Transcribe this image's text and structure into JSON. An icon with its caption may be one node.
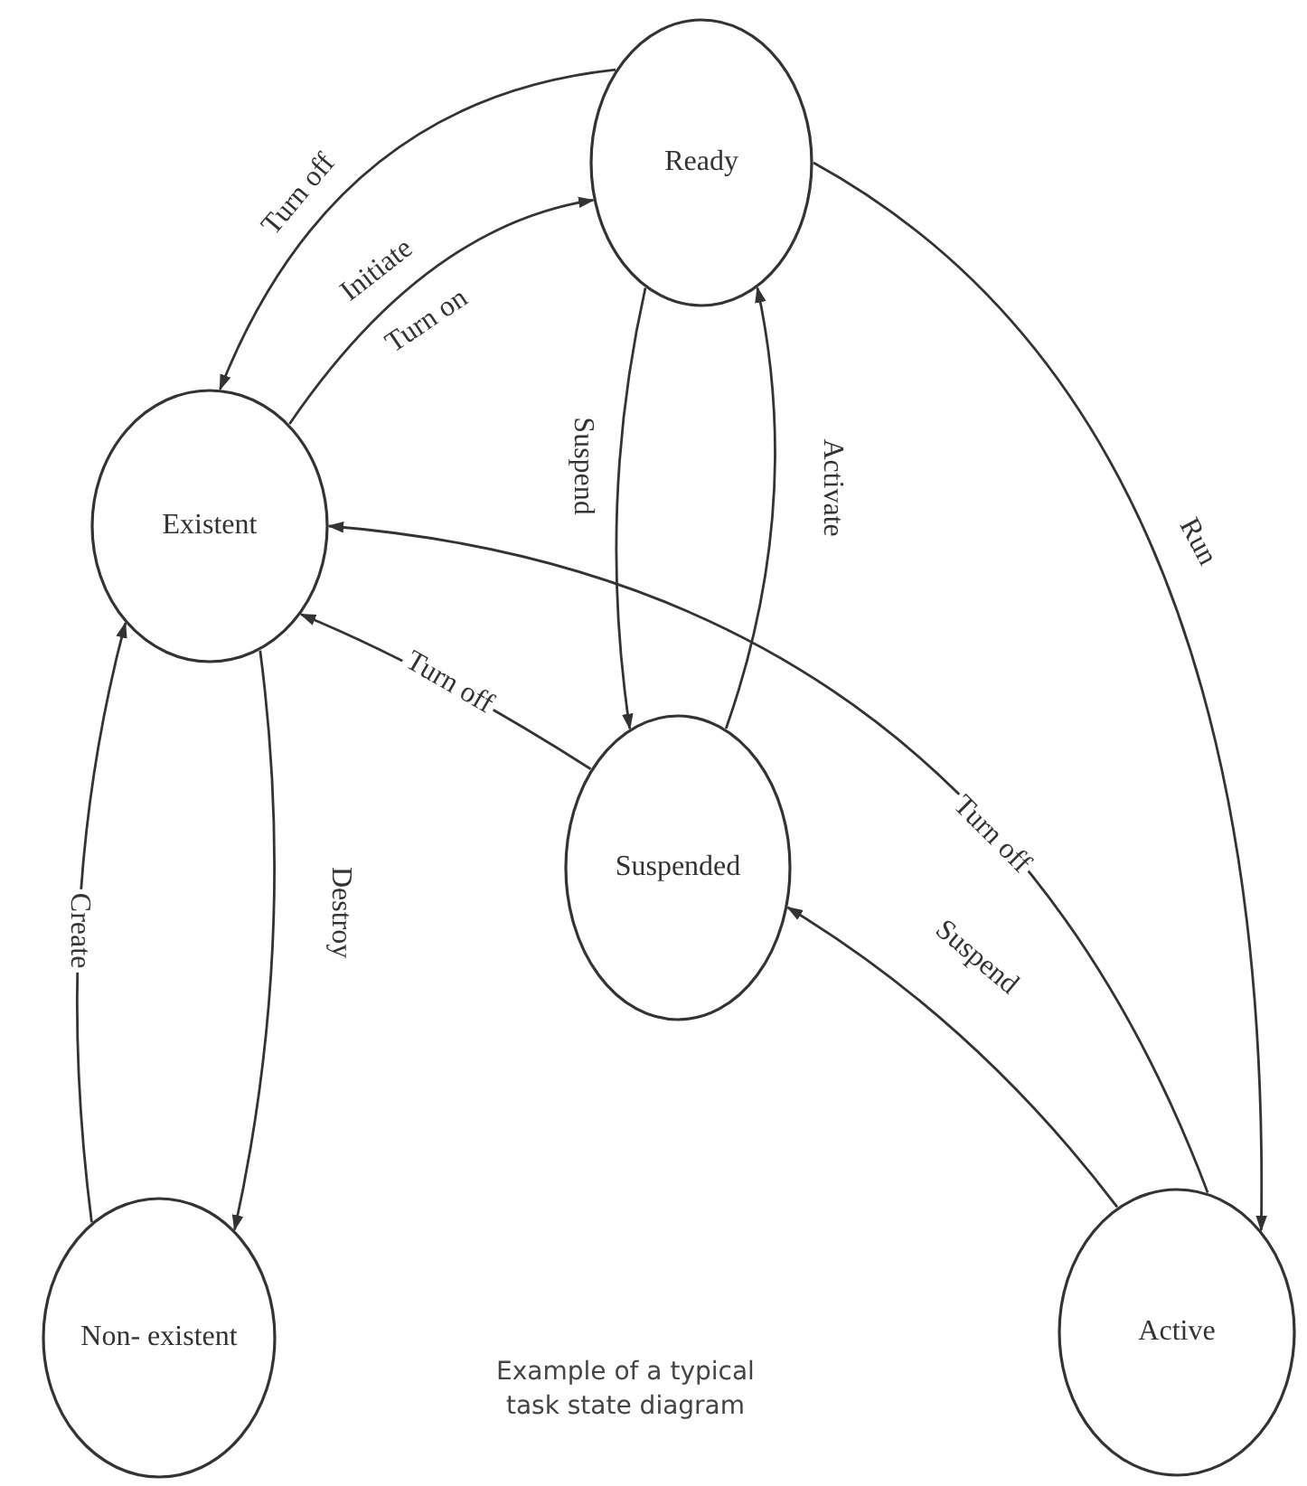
{
  "diagram": {
    "caption": "Example of a typical task state diagram",
    "nodes": [
      {
        "text": [
          "Ready"
        ]
      },
      {
        "text": [
          "Existent"
        ]
      },
      {
        "text": [
          "Suspended"
        ]
      },
      {
        "text": [
          "Non- existent"
        ]
      },
      {
        "text": [
          "Active"
        ]
      }
    ],
    "edges": [
      {
        "from": 0,
        "to": 1,
        "arrow": "to",
        "label": "Turn off"
      },
      {
        "from": 1,
        "to": 0,
        "arrow": "to",
        "label": "Initiate"
      },
      {
        "from": 0,
        "to": 2,
        "arrow": "to",
        "label": "Suspend"
      },
      {
        "from": 2,
        "to": 0,
        "arrow": "to",
        "label": "Activate"
      },
      {
        "from": 0,
        "to": 4,
        "arrow": "to",
        "label": "Run"
      },
      {
        "from": 4,
        "to": 1,
        "arrow": "to",
        "label": "Turn off"
      },
      {
        "from": 2,
        "to": 1,
        "arrow": "to",
        "label": "Turn off"
      },
      {
        "from": 4,
        "to": 2,
        "arrow": "to",
        "label": "Suspend"
      },
      {
        "from": 3,
        "to": 1,
        "arrow": "to",
        "label": "Create"
      },
      {
        "from": 1,
        "to": 3,
        "arrow": "to",
        "label": "Destroy"
      }
    ],
    "labels": [
      "Turn on"
    ]
  }
}
